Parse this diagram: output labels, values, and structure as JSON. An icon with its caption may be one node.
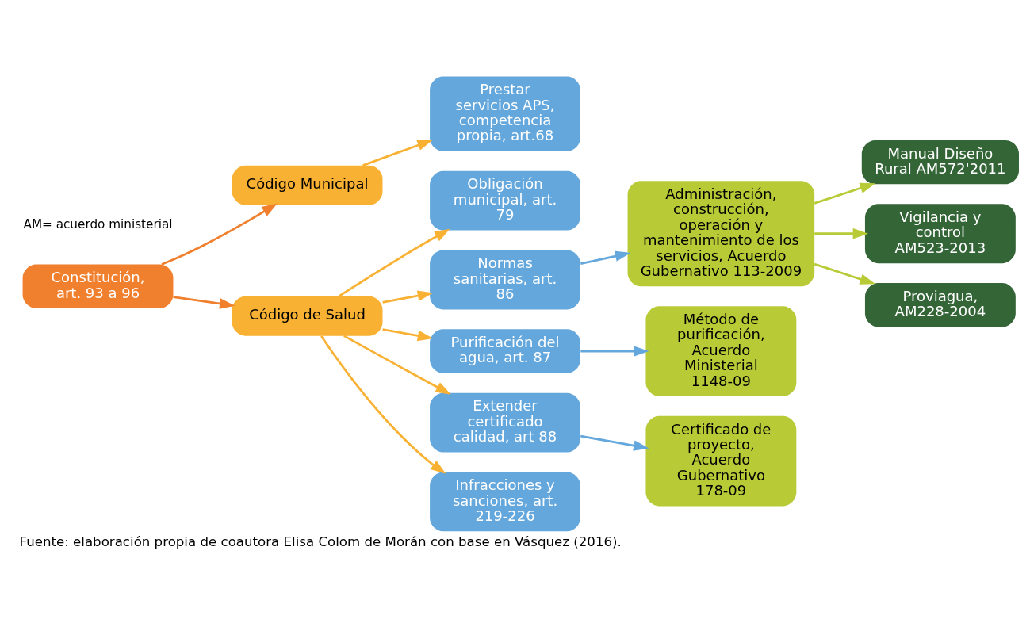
{
  "diagram": {
    "caption": "Fuente: elaboración propia de coautora Elisa Colom de Morán con base en Vásquez (2016).",
    "nodes": [
      {
        "text": [
          "Constitución, art. 93 a 96"
        ]
      },
      {
        "text": [
          "Código Municipal"
        ]
      },
      {
        "text": [
          "Código de Salud"
        ]
      },
      {
        "text": [
          "Prestar servicios APS, competencia propia, art.68"
        ]
      },
      {
        "text": [
          "Obligación municipal, art. 79"
        ]
      },
      {
        "text": [
          "Normas sanitarias, art. 86"
        ]
      },
      {
        "text": [
          "Purificación del agua, art. 87"
        ]
      },
      {
        "text": [
          "Extender certificado calidad, art 88"
        ]
      },
      {
        "text": [
          "Infracciones y sanciones, art. 219-226"
        ]
      },
      {
        "text": [
          "Administración, construcción, operación y mantenimiento de los servicios, Acuerdo Gubernativo 113-2009"
        ]
      },
      {
        "text": [
          "Método de purificación, Acuerdo Ministerial 1148-09"
        ]
      },
      {
        "text": [
          "Certificado de proyecto, Acuerdo Gubernativo 178-09"
        ]
      },
      {
        "text": [
          "Manual Diseño Rural AM572'2011"
        ]
      },
      {
        "text": [
          "Vigilancia y control AM523-2013"
        ]
      },
      {
        "text": [
          "Proviagua, AM228-2004"
        ]
      }
    ],
    "edges": [
      {
        "from": 0,
        "to": 1,
        "arrow": "to",
        "color": "#f07f2e"
      },
      {
        "from": 0,
        "to": 2,
        "arrow": "to",
        "color": "#f07f2e"
      },
      {
        "from": 1,
        "to": 3,
        "arrow": "to"
      },
      {
        "from": 2,
        "to": 4,
        "arrow": "to"
      },
      {
        "from": 2,
        "to": 5,
        "arrow": "to"
      },
      {
        "from": 2,
        "to": 6,
        "arrow": "to"
      },
      {
        "from": 2,
        "to": 7,
        "arrow": "to"
      },
      {
        "from": 2,
        "to": 8,
        "arrow": "to"
      },
      {
        "from": 5,
        "to": 9,
        "arrow": "to",
        "color": "#64a7dc"
      },
      {
        "from": 6,
        "to": 10,
        "arrow": "to",
        "color": "#64a7dc"
      },
      {
        "from": 7,
        "to": 11,
        "arrow": "to",
        "color": "#64a7dc"
      },
      {
        "from": 9,
        "to": 12,
        "arrow": "to",
        "color": "#b8cb37"
      },
      {
        "from": 9,
        "to": 13,
        "arrow": "to",
        "color": "#b8cb37"
      },
      {
        "from": 9,
        "to": 14,
        "arrow": "to",
        "color": "#b8cb37"
      }
    ],
    "labels": [
      "AM= acuerdo ministerial"
    ]
  }
}
